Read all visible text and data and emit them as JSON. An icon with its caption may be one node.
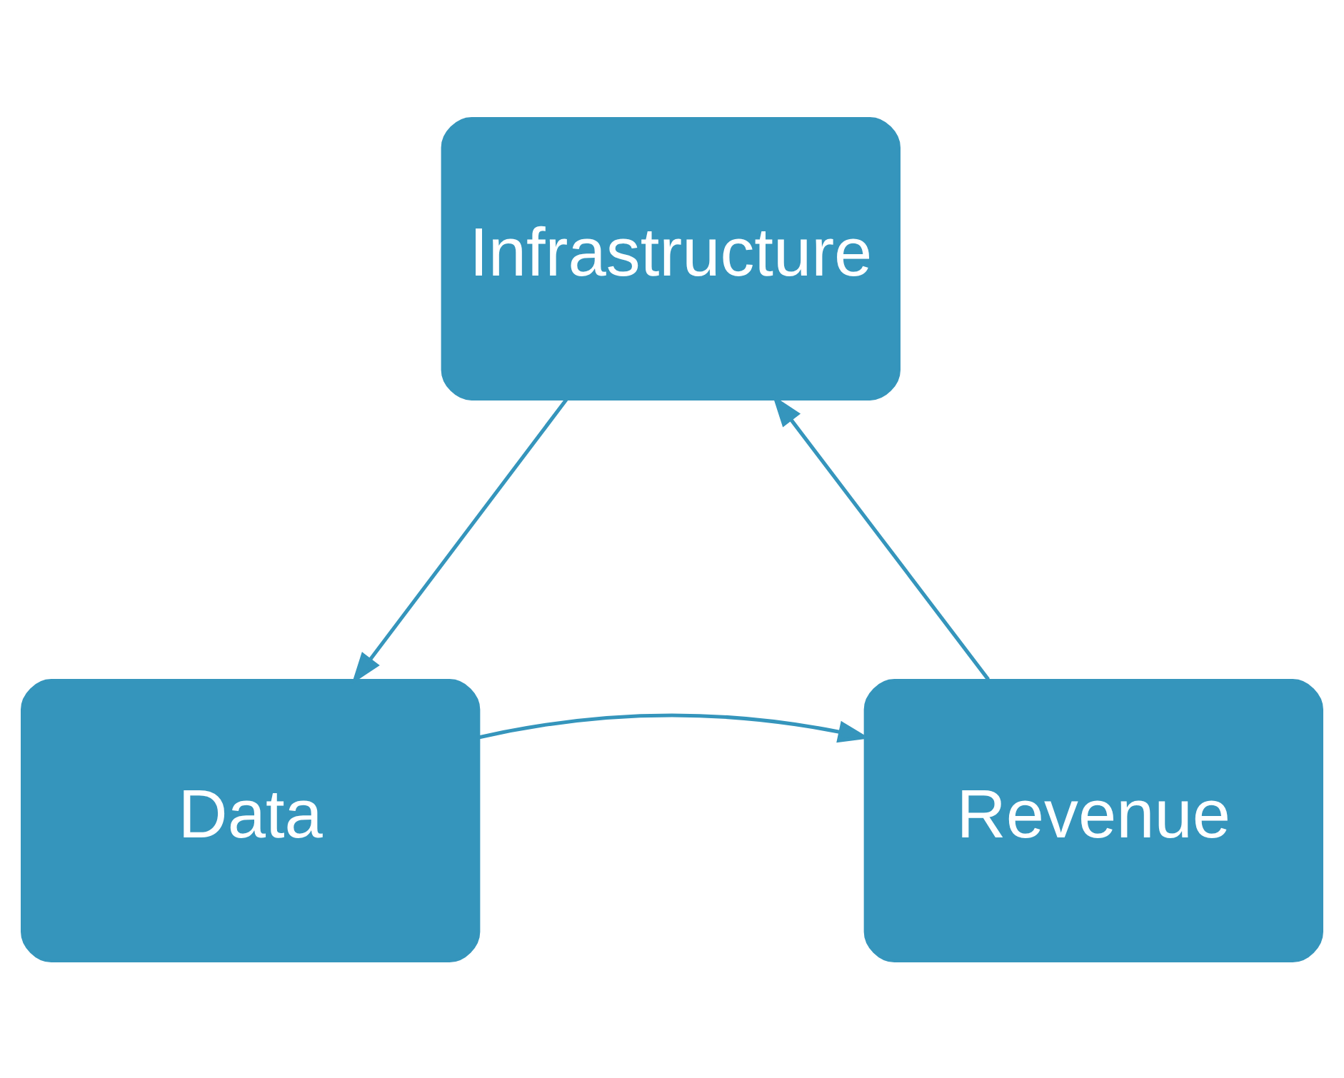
{
  "diagram": {
    "nodes": [
      {
        "text": [
          "Infrastructure"
        ]
      },
      {
        "text": [
          "Data"
        ]
      },
      {
        "text": [
          "Revenue"
        ]
      }
    ],
    "edges": [
      {
        "from": 0,
        "to": 1,
        "arrow": "to"
      },
      {
        "from": 1,
        "to": 2,
        "arrow": "to"
      },
      {
        "from": 2,
        "to": 0,
        "arrow": "to"
      }
    ]
  }
}
